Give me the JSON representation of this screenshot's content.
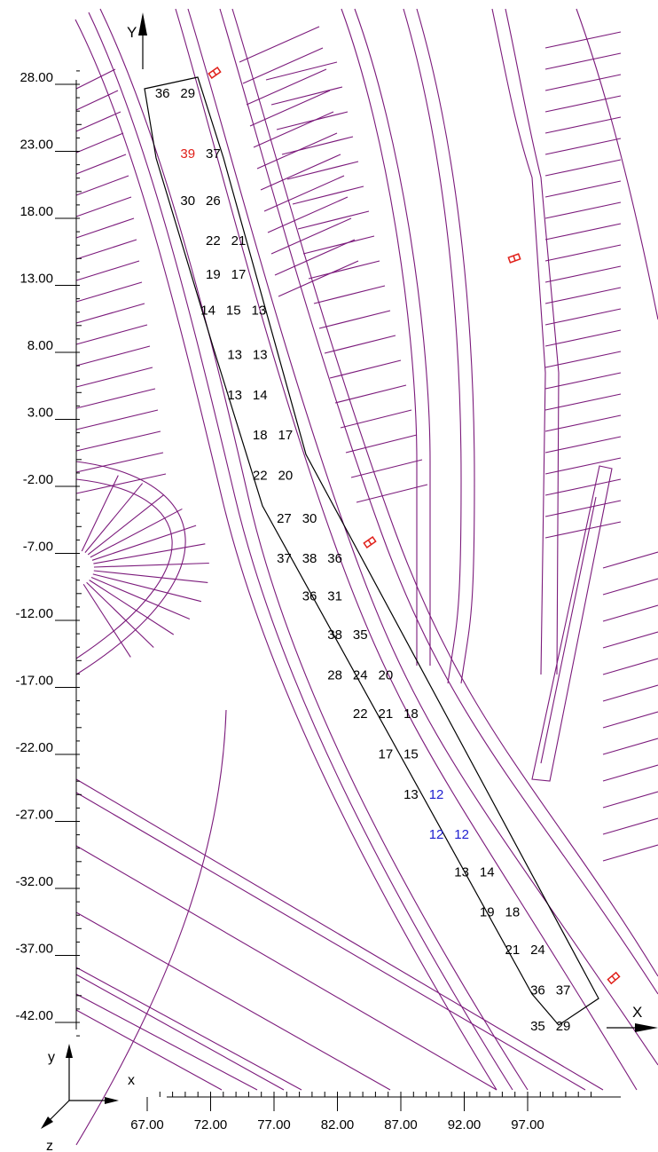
{
  "axis": {
    "y_title": "Y",
    "x_title": "X",
    "y_ticks": [
      "28.00",
      "23.00",
      "18.00",
      "13.00",
      "8.00",
      "3.00",
      "-2.00",
      "-7.00",
      "-12.00",
      "-17.00",
      "-22.00",
      "-27.00",
      "-32.00",
      "-37.00",
      "-42.00"
    ],
    "x_ticks": [
      "67.00",
      "72.00",
      "77.00",
      "82.00",
      "87.00",
      "92.00",
      "97.00"
    ]
  },
  "coord_icon": {
    "y": "y",
    "x": "x",
    "z": "z"
  },
  "colors": {
    "lines": "#7b1a7b",
    "frame": "#000000",
    "value_default": "#000000",
    "value_red": "#e0201a",
    "value_blue": "#1f1fd0",
    "marker": "#e0201a"
  },
  "values": [
    {
      "text": "36",
      "x": 68.2,
      "y": 27.0,
      "color": "black"
    },
    {
      "text": "29",
      "x": 70.2,
      "y": 27.0,
      "color": "black"
    },
    {
      "text": "39",
      "x": 70.2,
      "y": 22.5,
      "color": "red"
    },
    {
      "text": "37",
      "x": 72.2,
      "y": 22.5,
      "color": "black"
    },
    {
      "text": "30",
      "x": 70.2,
      "y": 19.0,
      "color": "black"
    },
    {
      "text": "26",
      "x": 72.2,
      "y": 19.0,
      "color": "black"
    },
    {
      "text": "22",
      "x": 72.2,
      "y": 16.0,
      "color": "black"
    },
    {
      "text": "21",
      "x": 74.2,
      "y": 16.0,
      "color": "black"
    },
    {
      "text": "19",
      "x": 72.2,
      "y": 13.5,
      "color": "black"
    },
    {
      "text": "17",
      "x": 74.2,
      "y": 13.5,
      "color": "black"
    },
    {
      "text": "14",
      "x": 71.8,
      "y": 10.8,
      "color": "black"
    },
    {
      "text": "15",
      "x": 73.8,
      "y": 10.8,
      "color": "black"
    },
    {
      "text": "13",
      "x": 75.8,
      "y": 10.8,
      "color": "black"
    },
    {
      "text": "13",
      "x": 73.9,
      "y": 7.5,
      "color": "black"
    },
    {
      "text": "13",
      "x": 75.9,
      "y": 7.5,
      "color": "black"
    },
    {
      "text": "13",
      "x": 73.9,
      "y": 4.5,
      "color": "black"
    },
    {
      "text": "14",
      "x": 75.9,
      "y": 4.5,
      "color": "black"
    },
    {
      "text": "18",
      "x": 75.9,
      "y": 1.5,
      "color": "black"
    },
    {
      "text": "17",
      "x": 77.9,
      "y": 1.5,
      "color": "black"
    },
    {
      "text": "22",
      "x": 75.9,
      "y": -1.5,
      "color": "black"
    },
    {
      "text": "20",
      "x": 77.9,
      "y": -1.5,
      "color": "black"
    },
    {
      "text": "27",
      "x": 77.8,
      "y": -4.7,
      "color": "black"
    },
    {
      "text": "30",
      "x": 79.8,
      "y": -4.7,
      "color": "black"
    },
    {
      "text": "37",
      "x": 77.8,
      "y": -7.7,
      "color": "black"
    },
    {
      "text": "38",
      "x": 79.8,
      "y": -7.7,
      "color": "black"
    },
    {
      "text": "36",
      "x": 81.8,
      "y": -7.7,
      "color": "black"
    },
    {
      "text": "36",
      "x": 79.8,
      "y": -10.5,
      "color": "black"
    },
    {
      "text": "31",
      "x": 81.8,
      "y": -10.5,
      "color": "black"
    },
    {
      "text": "38",
      "x": 81.8,
      "y": -13.4,
      "color": "black"
    },
    {
      "text": "35",
      "x": 83.8,
      "y": -13.4,
      "color": "black"
    },
    {
      "text": "28",
      "x": 81.8,
      "y": -16.4,
      "color": "black"
    },
    {
      "text": "24",
      "x": 83.8,
      "y": -16.4,
      "color": "black"
    },
    {
      "text": "20",
      "x": 85.8,
      "y": -16.4,
      "color": "black"
    },
    {
      "text": "22",
      "x": 83.8,
      "y": -19.3,
      "color": "black"
    },
    {
      "text": "21",
      "x": 85.8,
      "y": -19.3,
      "color": "black"
    },
    {
      "text": "18",
      "x": 87.8,
      "y": -19.3,
      "color": "black"
    },
    {
      "text": "17",
      "x": 85.8,
      "y": -22.3,
      "color": "black"
    },
    {
      "text": "15",
      "x": 87.8,
      "y": -22.3,
      "color": "black"
    },
    {
      "text": "13",
      "x": 87.8,
      "y": -25.3,
      "color": "black"
    },
    {
      "text": "12",
      "x": 89.8,
      "y": -25.3,
      "color": "blue"
    },
    {
      "text": "12",
      "x": 89.8,
      "y": -28.3,
      "color": "blue"
    },
    {
      "text": "12",
      "x": 91.8,
      "y": -28.3,
      "color": "blue"
    },
    {
      "text": "13",
      "x": 91.8,
      "y": -31.1,
      "color": "black"
    },
    {
      "text": "14",
      "x": 93.8,
      "y": -31.1,
      "color": "black"
    },
    {
      "text": "19",
      "x": 93.8,
      "y": -34.1,
      "color": "black"
    },
    {
      "text": "18",
      "x": 95.8,
      "y": -34.1,
      "color": "black"
    },
    {
      "text": "21",
      "x": 95.8,
      "y": -36.9,
      "color": "black"
    },
    {
      "text": "24",
      "x": 97.8,
      "y": -36.9,
      "color": "black"
    },
    {
      "text": "36",
      "x": 97.8,
      "y": -39.9,
      "color": "black"
    },
    {
      "text": "37",
      "x": 99.8,
      "y": -39.9,
      "color": "black"
    },
    {
      "text": "35",
      "x": 97.8,
      "y": -42.6,
      "color": "black"
    },
    {
      "text": "29",
      "x": 99.8,
      "y": -42.6,
      "color": "black"
    }
  ]
}
